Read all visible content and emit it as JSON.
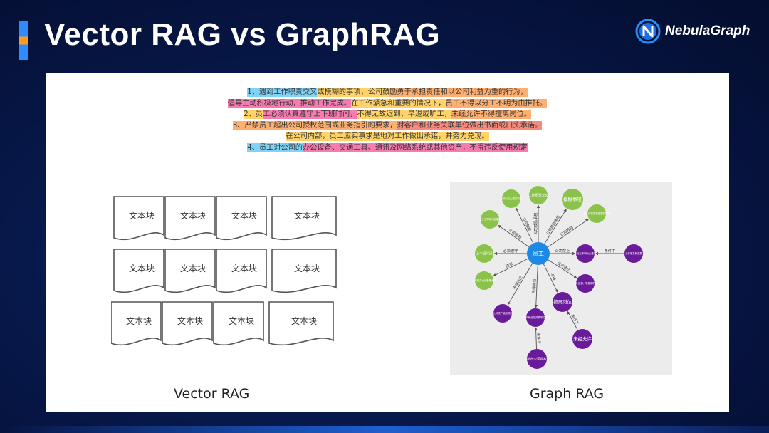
{
  "slide": {
    "title": "Vector RAG vs GraphRAG",
    "logo_text": "NebulaGraph",
    "logo_icon": "nebula-n-icon"
  },
  "rules_text": [
    [
      {
        "t": "1、遇到工作职责交叉",
        "c": "blue"
      },
      {
        "t": "或模糊的事项，公司鼓",
        "c": "yellow"
      },
      {
        "t": "励勇于承担责任和以公司利益为重的行为，",
        "c": "orange"
      }
    ],
    [
      {
        "t": "倡导主动积极地行动，推动工作完成。",
        "c": "pink"
      },
      {
        "t": "在工作紧急和重要的情况下，",
        "c": "yellow"
      },
      {
        "t": "员工不得以分工不明为由推托。",
        "c": "orange"
      }
    ],
    [
      {
        "t": "2、员",
        "c": "yellow"
      },
      {
        "t": "工必须认真遵守上下班时间，",
        "c": "pink"
      },
      {
        "t": "不得无故迟到、早退或旷工，",
        "c": "yellow"
      },
      {
        "t": "未经允许不得擅离岗位。",
        "c": "orange"
      }
    ],
    [
      {
        "t": "3、严禁员工超出公司授权范围或业务指引的要求，",
        "c": "orange"
      },
      {
        "t": "对客户和业务关联单位做出书面或口头承诺。",
        "c": "red"
      }
    ],
    [
      {
        "t": "在公司内部，员工应实事求是地对工作做出承诺，并努力兑现。",
        "c": "yellow"
      }
    ],
    [
      {
        "t": "4、员工对公司的",
        "c": "blue"
      },
      {
        "t": "办公设备、交通工具、通讯及网络系统或其他资产，不得违反使用规定",
        "c": "pink"
      }
    ]
  ],
  "vector": {
    "label": "Vector RAG",
    "chunk_text": "文本块",
    "chunk_count": 12
  },
  "graph": {
    "label": "Graph RAG",
    "center": "员工",
    "nodes": [
      {
        "id": "n1",
        "text": "公司利益为重的行为",
        "color": "green"
      },
      {
        "id": "n2",
        "text": "工作职责交叉",
        "color": "green"
      },
      {
        "id": "n3",
        "text": "模糊事项",
        "color": "green"
      },
      {
        "id": "n4",
        "text": "在工作紧急和重要的情况",
        "color": "green"
      },
      {
        "id": "n5",
        "text": "以分工不明为由推托",
        "color": "green"
      },
      {
        "id": "n6",
        "text": "上下班时间",
        "color": "green"
      },
      {
        "id": "n7",
        "text": "公司的办公设备等资产",
        "color": "green"
      },
      {
        "id": "n8",
        "text": "公司资产使用规定",
        "color": "purple"
      },
      {
        "id": "n9",
        "text": "对客户和业务关联单位承诺",
        "color": "purple"
      },
      {
        "id": "n10",
        "text": "擅离岗位",
        "color": "purple"
      },
      {
        "id": "n11",
        "text": "无故迟到、早退或旷工",
        "color": "purple"
      },
      {
        "id": "n12",
        "text": "以分工不明为由推托",
        "color": "purple"
      },
      {
        "id": "n13",
        "text": "工作紧急和重要",
        "color": "purple"
      },
      {
        "id": "n14",
        "text": "未经允许",
        "color": "purple"
      },
      {
        "id": "n15",
        "text": "超出公司授权",
        "color": "purple"
      }
    ],
    "edges": [
      {
        "from": "center",
        "to": "n1",
        "label": "公司鼓励"
      },
      {
        "from": "center",
        "to": "n2",
        "label": "公司鼓励承担"
      },
      {
        "from": "center",
        "to": "n3",
        "label": "公司鼓励承担"
      },
      {
        "from": "center",
        "to": "n4",
        "label": "公司鼓励"
      },
      {
        "from": "center",
        "to": "n5",
        "label": "公司倡导"
      },
      {
        "from": "center",
        "to": "n6",
        "label": "必须遵守"
      },
      {
        "from": "center",
        "to": "n7",
        "label": "应该"
      },
      {
        "from": "center",
        "to": "n8",
        "label": "不得违反"
      },
      {
        "from": "center",
        "to": "n9",
        "label": "不得做出"
      },
      {
        "from": "center",
        "to": "n10",
        "label": "不得"
      },
      {
        "from": "center",
        "to": "n11",
        "label": "公司禁止"
      },
      {
        "from": "center",
        "to": "n12",
        "label": "公司禁止"
      },
      {
        "from": "n13",
        "to": "n12",
        "label": "条件下"
      },
      {
        "from": "n14",
        "to": "n10",
        "label": "条件下"
      },
      {
        "from": "n15",
        "to": "n9",
        "label": "条件下"
      }
    ]
  },
  "colors": {
    "green": "#8bc34a",
    "purple": "#6a1b9a",
    "center": "#1e88e5"
  }
}
